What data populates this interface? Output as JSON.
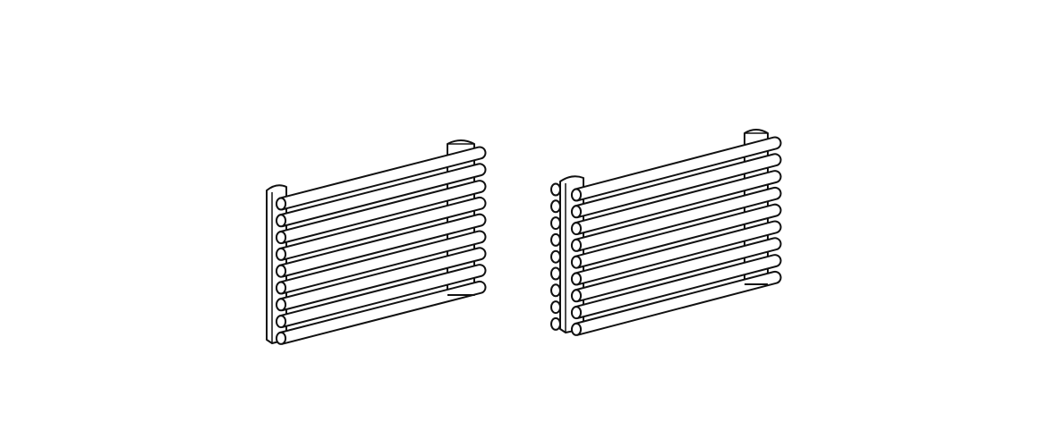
{
  "illustration": {
    "background": "#ffffff",
    "stroke": "#111111",
    "fill": "#ffffff",
    "items": [
      {
        "name": "radiator-single-column",
        "bars": 9
      },
      {
        "name": "radiator-double-column",
        "bars": 9
      }
    ]
  }
}
